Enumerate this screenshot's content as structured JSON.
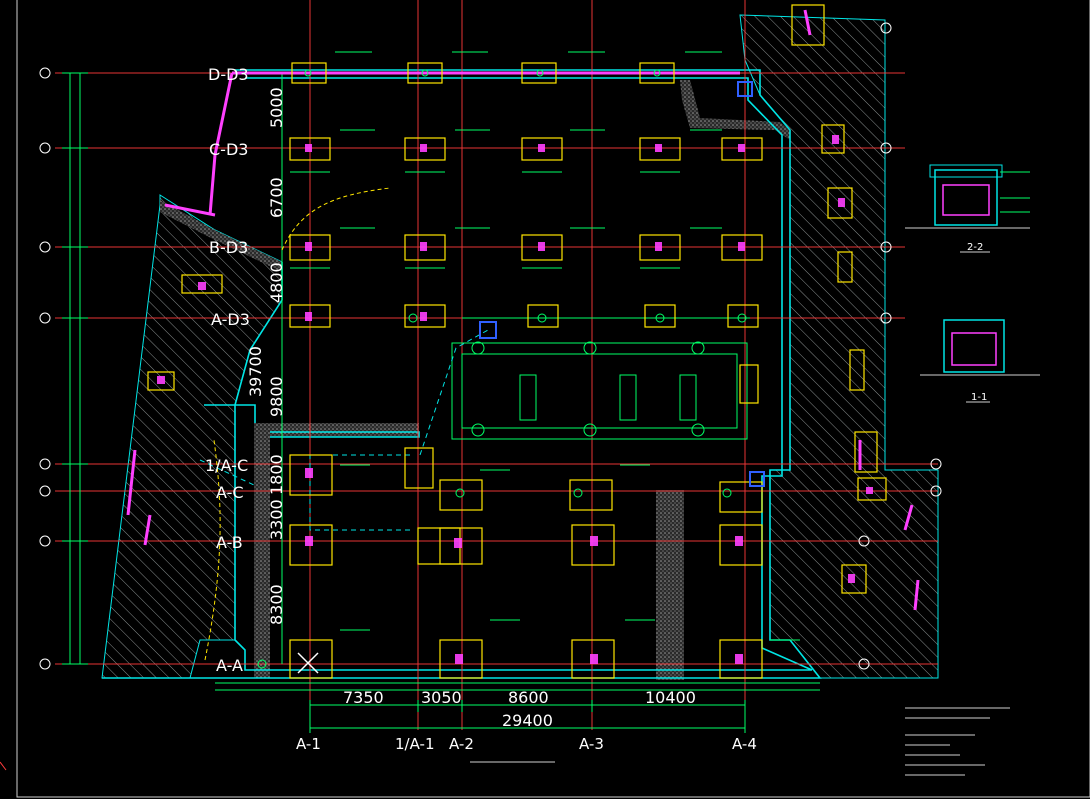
{
  "grid_rows": [
    {
      "label": "D-D3"
    },
    {
      "label": "C-D3"
    },
    {
      "label": "B-D3"
    },
    {
      "label": "A-D3"
    },
    {
      "label": "1/A-C"
    },
    {
      "label": "A-C"
    },
    {
      "label": "A-B"
    },
    {
      "label": "A-A"
    }
  ],
  "grid_cols": [
    {
      "label": "A-1"
    },
    {
      "label": "1/A-1"
    },
    {
      "label": "A-2"
    },
    {
      "label": "A-3"
    },
    {
      "label": "A-4"
    }
  ],
  "dims_vertical": [
    {
      "value": "5000"
    },
    {
      "value": "6700"
    },
    {
      "value": "4800"
    },
    {
      "value": "9800"
    },
    {
      "value": "1800"
    },
    {
      "value": "3300"
    },
    {
      "value": "8300"
    },
    {
      "value": "39700"
    }
  ],
  "dims_horizontal": [
    {
      "value": "7350"
    },
    {
      "value": "3050"
    },
    {
      "value": "8600"
    },
    {
      "value": "10400"
    }
  ],
  "dim_total": "29400",
  "section_labels": {
    "s22": "2-2",
    "s11": "1-1"
  },
  "colors": {
    "grid": "#ff3b3b",
    "wall": "#00e5e5",
    "footing": "#ffe600",
    "beam": "#ff40ff",
    "hatch": "#9aa0a0",
    "text": "#ffffff",
    "green": "#00ff66"
  }
}
